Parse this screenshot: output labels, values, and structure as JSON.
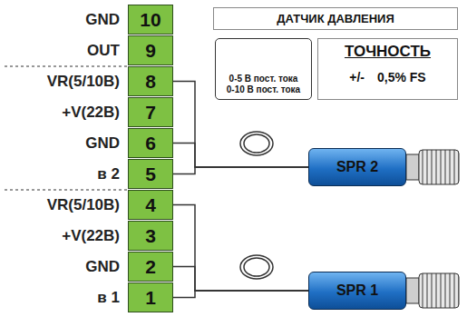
{
  "diagram": {
    "title": "ДАТЧИК ДАВЛЕНИЯ",
    "nodes": [
      {
        "text": [
          "10"
        ]
      },
      {
        "text": [
          "9"
        ]
      },
      {
        "text": [
          "8"
        ]
      },
      {
        "text": [
          "7"
        ]
      },
      {
        "text": [
          "6"
        ]
      },
      {
        "text": [
          "5"
        ]
      },
      {
        "text": [
          "4"
        ]
      },
      {
        "text": [
          "3"
        ]
      },
      {
        "text": [
          "2"
        ]
      },
      {
        "text": [
          "1"
        ]
      },
      {
        "text": [
          "0-5 В пост. тока",
          "0-10 В пост. тока"
        ]
      },
      {
        "text": [
          "ТОЧНОСТЬ",
          "+/-",
          "0,5% FS"
        ]
      },
      {
        "text": [
          "SPR 2"
        ]
      },
      {
        "text": [
          "SPR 1"
        ]
      }
    ],
    "edges": [
      {
        "from": 2,
        "to": 12,
        "arrow": "none"
      },
      {
        "from": 4,
        "to": 12,
        "arrow": "none"
      },
      {
        "from": 5,
        "to": 12,
        "arrow": "none"
      },
      {
        "from": 6,
        "to": 13,
        "arrow": "none"
      },
      {
        "from": 8,
        "to": 13,
        "arrow": "none"
      },
      {
        "from": 9,
        "to": 13,
        "arrow": "none"
      }
    ],
    "labels": [
      "GND",
      "OUT",
      "VR(5/10В)",
      "+V(22В)",
      "GND",
      "в 2",
      "VR(5/10В)",
      "+V(22В)",
      "GND",
      "в 1"
    ]
  }
}
